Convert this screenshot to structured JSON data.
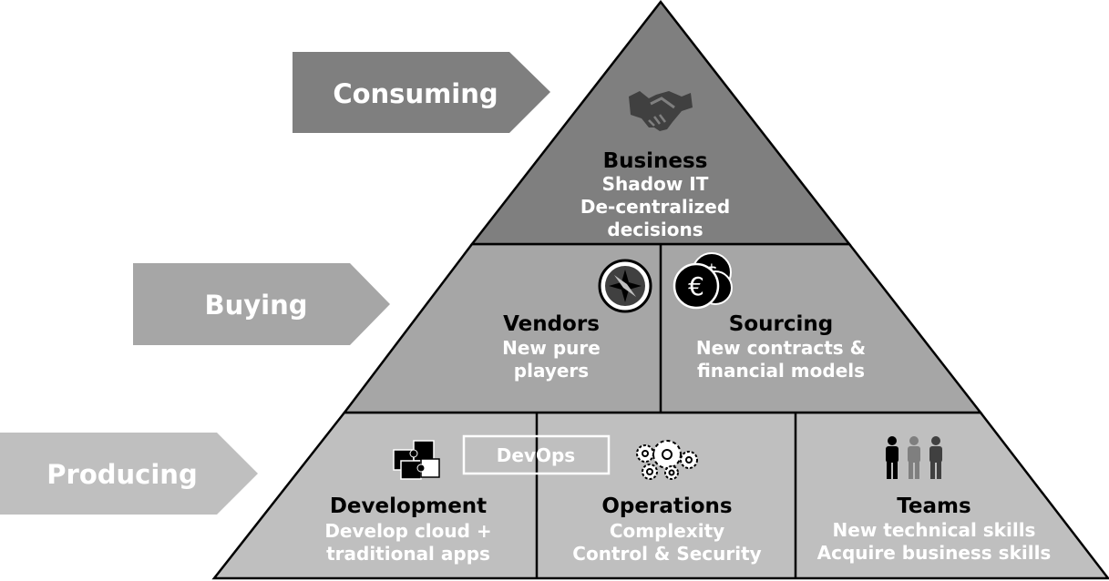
{
  "colors": {
    "arrow_consuming": "#7f7f7f",
    "arrow_buying": "#a6a6a6",
    "arrow_producing": "#bfbfbf",
    "tier_top": "#7f7f7f",
    "tier_middle": "#a6a6a6",
    "tier_bottom": "#bfbfbf",
    "outline": "#000000",
    "heading_text": "#000000",
    "body_text": "#ffffff"
  },
  "levels": {
    "consuming": "Consuming",
    "buying": "Buying",
    "producing": "Producing"
  },
  "business": {
    "icon": "handshake-icon",
    "title": "Business",
    "lines": [
      "Shadow IT",
      "De-centralized",
      "decisions"
    ]
  },
  "vendors": {
    "icon": "compass-icon",
    "title": "Vendors",
    "lines": [
      "New pure",
      "players"
    ]
  },
  "sourcing": {
    "icon": "currency-coins-icon",
    "title": "Sourcing",
    "lines": [
      "New contracts &",
      "financial models"
    ]
  },
  "devops": {
    "label": "DevOps"
  },
  "development": {
    "icon": "puzzle-icon",
    "title": "Development",
    "lines": [
      "Develop cloud +",
      "traditional apps"
    ]
  },
  "operations": {
    "icon": "gears-icon",
    "title": "Operations",
    "lines": [
      "Complexity",
      "Control & Security"
    ]
  },
  "teams": {
    "icon": "people-icon",
    "title": "Teams",
    "lines": [
      "New technical skills",
      "Acquire business skills"
    ]
  }
}
